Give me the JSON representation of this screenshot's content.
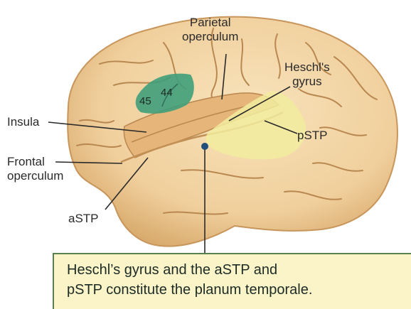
{
  "labels": {
    "parietal_operculum": [
      "Parietal",
      "operculum"
    ],
    "heschls_gyrus": [
      "Heschl's",
      "gyrus"
    ],
    "insula": "Insula",
    "frontal_operculum": [
      "Frontal",
      "operculum"
    ],
    "pstp": "pSTP",
    "astp": "aSTP",
    "area_45": "45",
    "area_44": "44"
  },
  "caption": {
    "line1": "Heschl’s gyrus and the aSTP and",
    "line2": "pSTP constitute the planum temporale."
  },
  "colors": {
    "brain": "#f3d6a6",
    "brain_shadow": "#d7a968",
    "gyrus_line": "#b98850",
    "broca_area": "#3f9e7a",
    "planum_temporale": "#f1ec9e",
    "caption_bg": "#fbf4c8",
    "caption_border": "#5a7f4f",
    "pointer_dot": "#1f4f7a"
  }
}
